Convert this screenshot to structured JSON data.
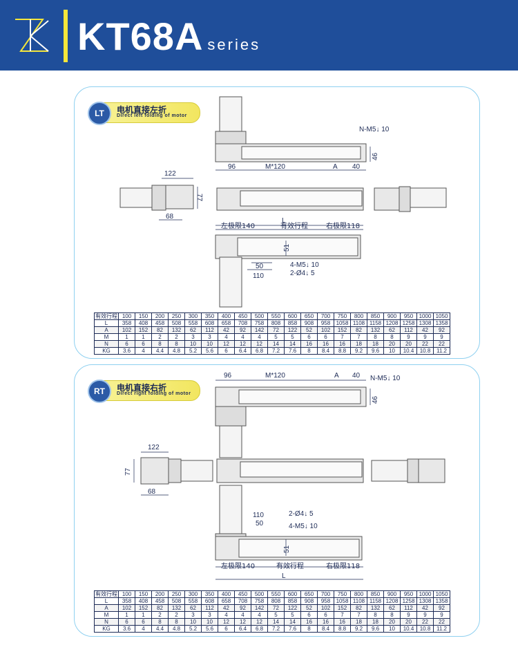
{
  "header": {
    "title": "KT68A",
    "subtitle": "series",
    "logo_icon": "zk-logo-icon"
  },
  "colors": {
    "header_bg": "#1f4e9a",
    "accent": "#f5e63a",
    "panel_border": "#8ed0f0"
  },
  "lt": {
    "badge_code": "LT",
    "badge_zh": "电机直接左折",
    "badge_en": "Direct left folding of motor",
    "dims": {
      "nm5": "N-M5↓ 10",
      "d96": "96",
      "m120": "M*120",
      "a": "A",
      "d40": "40",
      "d46": "46",
      "d122": "122",
      "d77": "77",
      "d68": "68",
      "l": "L",
      "left_limit": "左极限140",
      "stroke": "有效行程",
      "right_limit": "右极限118",
      "d51": "51",
      "d50": "50",
      "d110": "110",
      "m5_4": "4-M5↓ 10",
      "phi4": "2-Ø4↓ 5"
    }
  },
  "rt": {
    "badge_code": "RT",
    "badge_zh": "电机直接右折",
    "badge_en": "Direct right folding of motor",
    "dims": {
      "nm5": "N-M5↓ 10",
      "d96": "96",
      "m120": "M*120",
      "a": "A",
      "d40": "40",
      "d46": "46",
      "d122": "122",
      "d77": "77",
      "d68": "68",
      "l": "L",
      "left_limit": "左极限140",
      "stroke": "有效行程",
      "right_limit": "右极限118",
      "d51": "51",
      "d50": "50",
      "d110": "110",
      "m5_4": "4-M5↓ 10",
      "phi4": "2-Ø4↓ 5"
    }
  },
  "table": {
    "rows": [
      {
        "head": "有效行程",
        "cells": [
          "100",
          "150",
          "200",
          "250",
          "300",
          "350",
          "400",
          "450",
          "500",
          "550",
          "600",
          "650",
          "700",
          "750",
          "800",
          "850",
          "900",
          "950",
          "1000",
          "1050"
        ]
      },
      {
        "head": "L",
        "cells": [
          "358",
          "408",
          "458",
          "508",
          "558",
          "608",
          "658",
          "708",
          "758",
          "808",
          "858",
          "908",
          "958",
          "1058",
          "1108",
          "1158",
          "1208",
          "1258",
          "1308",
          "1358"
        ]
      },
      {
        "head": "A",
        "cells": [
          "102",
          "152",
          "82",
          "132",
          "62",
          "112",
          "42",
          "92",
          "142",
          "72",
          "122",
          "52",
          "102",
          "152",
          "82",
          "132",
          "62",
          "112",
          "42",
          "92"
        ]
      },
      {
        "head": "M",
        "cells": [
          "1",
          "1",
          "2",
          "2",
          "3",
          "3",
          "4",
          "4",
          "4",
          "5",
          "5",
          "6",
          "6",
          "7",
          "7",
          "8",
          "8",
          "9",
          "9",
          "9"
        ]
      },
      {
        "head": "N",
        "cells": [
          "6",
          "6",
          "8",
          "8",
          "10",
          "10",
          "12",
          "12",
          "12",
          "14",
          "14",
          "16",
          "16",
          "16",
          "18",
          "18",
          "20",
          "20",
          "22",
          "22"
        ]
      },
      {
        "head": "KG",
        "cells": [
          "3.6",
          "4",
          "4.4",
          "4.8",
          "5.2",
          "5.6",
          "6",
          "6.4",
          "6.8",
          "7.2",
          "7.6",
          "8",
          "8.4",
          "8.8",
          "9.2",
          "9.6",
          "10",
          "10.4",
          "10.8",
          "11.2"
        ]
      }
    ]
  }
}
